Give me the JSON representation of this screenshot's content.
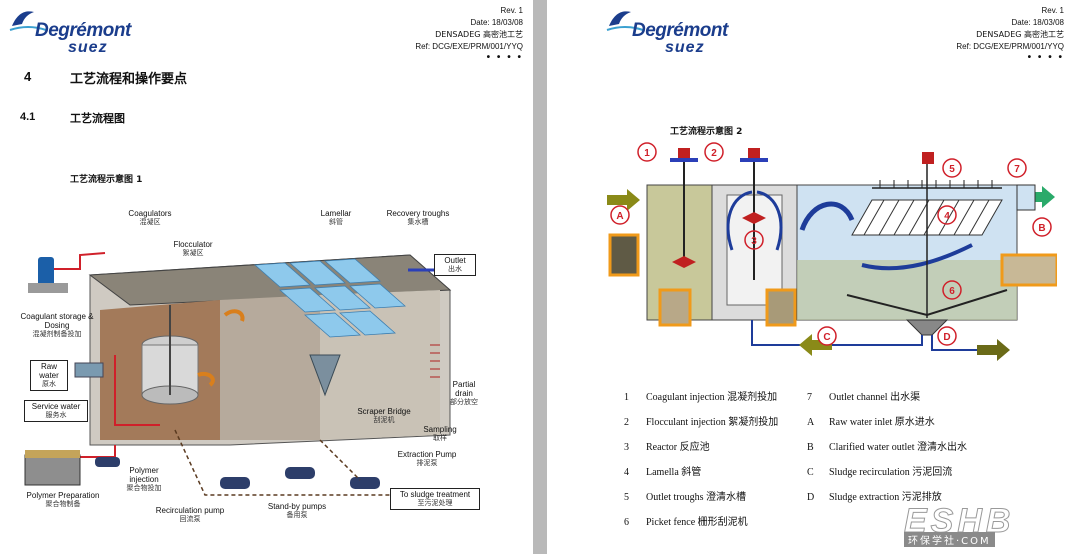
{
  "header": {
    "logo_brand": "Degrémont",
    "logo_sub": "suez",
    "rev": "Rev. 1",
    "date": "Date: 18/03/08",
    "project": "DENSADEG 高密池工艺",
    "ref": "Ref: DCG/EXE/PRM/001/YYQ",
    "dots": "• • • •"
  },
  "left": {
    "section_num": "4",
    "section_title": "工艺流程和操作要点",
    "subsection_num": "4.1",
    "subsection_title": "工艺流程图",
    "figure_title": "工艺流程示意图 1",
    "labels": {
      "coagulators": "Coagulators",
      "coagulators_cn": "混凝区",
      "flocculator": "Flocculator",
      "flocculator_cn": "絮凝区",
      "lamellar": "Lamellar",
      "lamellar_cn": "斜管",
      "recovery": "Recovery troughs",
      "recovery_cn": "集水槽",
      "outlet": "Outlet",
      "outlet_cn": "出水",
      "coag_storage": "Coagulant storage & Dosing",
      "coag_storage_cn": "混凝剂制备投加",
      "raw_water": "Raw water",
      "raw_water_cn": "原水",
      "service_water": "Service water",
      "service_water_cn": "服务水",
      "partial_drain": "Partial drain",
      "partial_drain_cn": "部分放空",
      "scraper": "Scraper Bridge",
      "scraper_cn": "刮泥机",
      "sampling": "Sampling",
      "sampling_cn": "取样",
      "extraction": "Extraction Pump",
      "extraction_cn": "排泥泵",
      "polymer_inj": "Polymer injection",
      "polymer_inj_cn": "聚合物投加",
      "polymer_prep": "Polymer Preparation",
      "polymer_prep_cn": "聚合物制备",
      "recirc": "Recirculation pump",
      "recirc_cn": "回流泵",
      "standby": "Stand-by pumps",
      "standby_cn": "备用泵",
      "sludge": "To sludge treatment",
      "sludge_cn": "至污泥处理"
    }
  },
  "right": {
    "figure_title": "工艺流程示意图 2",
    "markers": [
      "1",
      "2",
      "3",
      "4",
      "5",
      "6",
      "7",
      "A",
      "B",
      "C",
      "D"
    ],
    "legend_left": [
      {
        "key": "1",
        "text": "Coagulant injection 混凝剂投加"
      },
      {
        "key": "2",
        "text": "Flocculant injection 絮凝剂投加"
      },
      {
        "key": "3",
        "text": "Reactor 反应池"
      },
      {
        "key": "4",
        "text": "Lamella 斜管"
      },
      {
        "key": "5",
        "text": "Outlet troughs 澄清水槽"
      },
      {
        "key": "6",
        "text": "Picket fence 栅形刮泥机"
      }
    ],
    "legend_right": [
      {
        "key": "7",
        "text": "Outlet channel 出水渠"
      },
      {
        "key": "A",
        "text": "Raw water inlet 原水进水"
      },
      {
        "key": "B",
        "text": "Clarified water outlet 澄清水出水"
      },
      {
        "key": "C",
        "text": "Sludge recirculation 污泥回流"
      },
      {
        "key": "D",
        "text": "Sludge extraction 污泥排放"
      }
    ]
  },
  "watermark": {
    "big": "ESHB",
    "small": "环保学社·COM"
  },
  "colors": {
    "brand_blue": "#1b3d8c",
    "marker_red": "#d0202a",
    "arrow_olive": "#7a7a10",
    "arrow_green": "#2aaa6a",
    "sample_orange": "#f09a1a",
    "water_blue": "#cfe2f2"
  }
}
